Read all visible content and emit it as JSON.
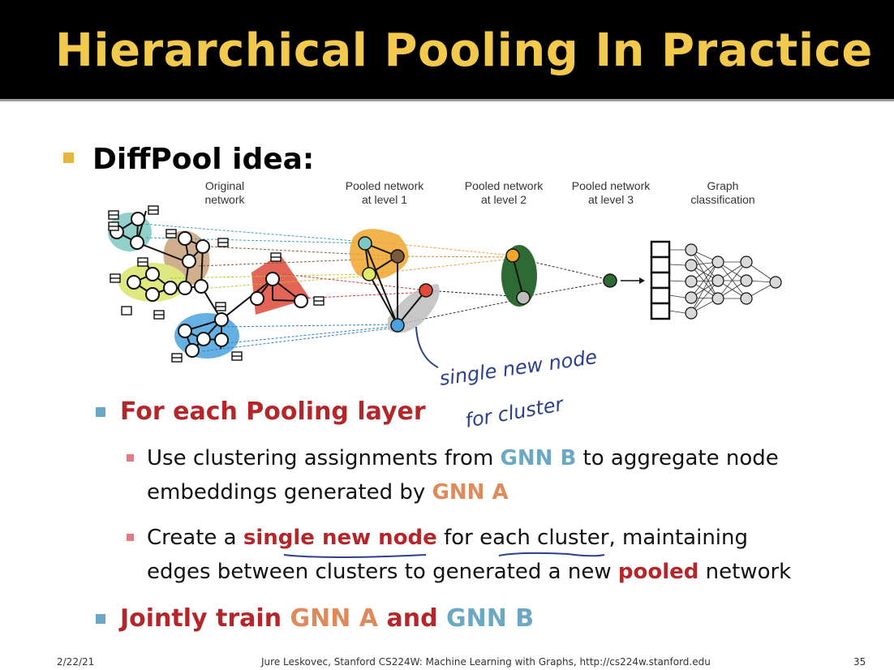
{
  "slide": {
    "title": "Hierarchical Pooling In Practice",
    "bullet1": "DiffPool idea:",
    "bullet2": "For each Pooling layer",
    "sub1": {
      "part1": "Use clustering assignments from ",
      "gnn_b": "GNN B",
      "part2": " to aggregate node",
      "line2a": "embeddings generated by ",
      "gnn_a": "GNN A"
    },
    "sub2": {
      "part1": "Create a ",
      "highlight": "single new node",
      "part2": " for each cluster, maintaining",
      "line2a": "edges between clusters to generated a new ",
      "pooled": "pooled",
      "line2b": " network"
    },
    "bullet3": {
      "part1": "Jointly train ",
      "gnn_a": "GNN A",
      "and": " and ",
      "gnn_b": "GNN B"
    }
  },
  "diagram": {
    "labels": {
      "original": [
        "Original",
        "network"
      ],
      "level1": [
        "Pooled network",
        "at level 1"
      ],
      "level2": [
        "Pooled network",
        "at level 2"
      ],
      "level3": [
        "Pooled network",
        "at level 3"
      ],
      "graph": [
        "Graph",
        "classification"
      ]
    }
  },
  "handwritten_note": [
    "single new node",
    "for cluster"
  ],
  "footer": {
    "date": "2/22/21",
    "credit": "Jure Leskovec, Stanford CS224W: Machine Learning with Graphs, http://cs224w.stanford.edu",
    "page": "35"
  },
  "colors": {
    "title": "#f2c94c",
    "accent_red": "#b5262b",
    "accent_teal": "#6aa8c6",
    "accent_orange": "#de8a5b",
    "ink_blue": "#2b3f8f"
  }
}
